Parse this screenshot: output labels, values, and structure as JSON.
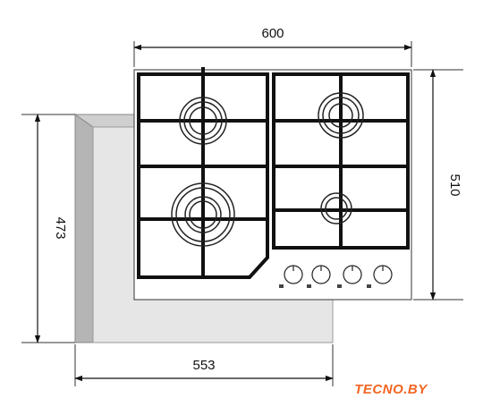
{
  "dimensions": {
    "width_top": "600",
    "height_right": "510",
    "height_left": "473",
    "width_bottom": "553"
  },
  "brand": {
    "text": "TECNO.BY",
    "color": "#f26522"
  },
  "burners": {
    "count": 4,
    "control_knobs": 4
  },
  "colors": {
    "cutout": "#e6e6e6",
    "cutout_side": "#b3b3b3",
    "grate": "#111111",
    "line": "#222222"
  }
}
